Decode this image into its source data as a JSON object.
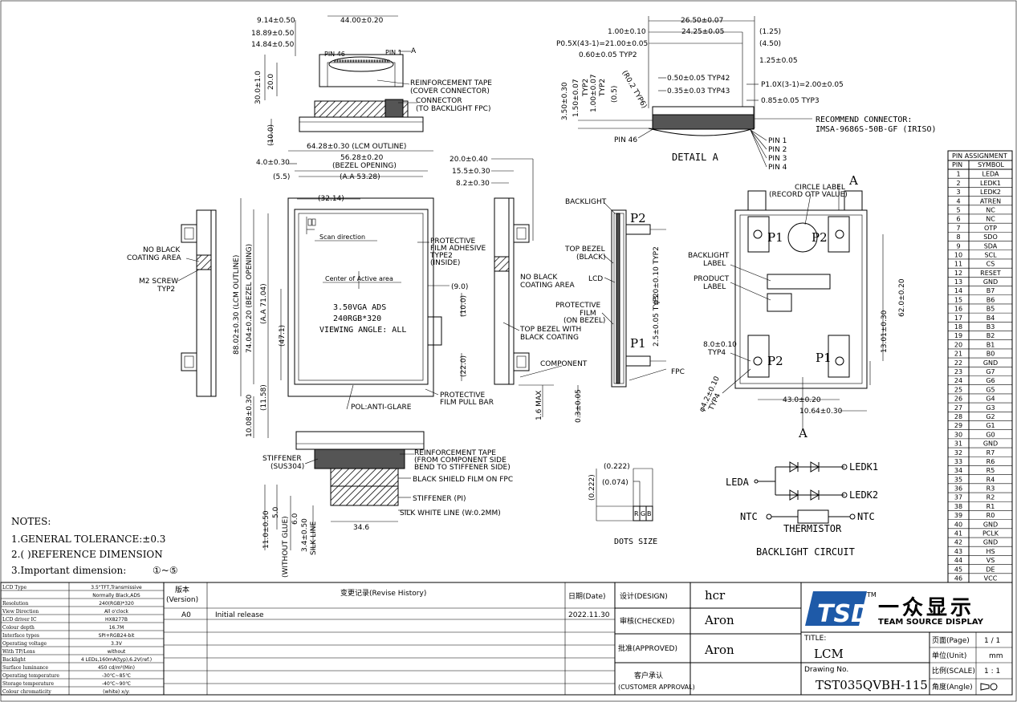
{
  "top_view": {
    "dims": [
      "9.14±0.50",
      "44.00±0.20",
      "18.89±0.50",
      "14.84±0.50",
      "30.0±1.0",
      "20.0",
      "(10.0)"
    ],
    "pin46": "PIN 46",
    "pin1": "PIN 1",
    "a_mark": "A",
    "reinf_tape": "REINFORCEMENT TAPE",
    "reinf_tape2": "(COVER CONNECTOR)",
    "connector": "CONNECTOR",
    "connector2": "(TO BACKLIGHT FPC)"
  },
  "front_view": {
    "lcm_outline_w": "64.28±0.30 (LCM OUTLINE)",
    "bezel_open_w": "56.28±0.20",
    "bezel_open_w2": "(BEZEL OPENING)",
    "aa_w": "(A.A 53.28)",
    "d4": "4.0±0.30",
    "d55": "(5.5)",
    "d3214": "(32.14)",
    "scan": "Scan direction",
    "center": "Center of Active area",
    "product": "3.50VGA ADS",
    "res": "240RGB*320",
    "angle": "VIEWING ANGLE: ALL",
    "film": "PROTECTIVE",
    "film2": "FILM ADHESIVE",
    "film3": "TYPE2",
    "film4": "(INSIDE)",
    "d9": "(9.0)",
    "d10": "(10.0)",
    "d22": "(22.0)",
    "lcm_h": "88.02±0.30 (LCM OUTLINE)",
    "bezel_h": "74.04±0.20 (BEZEL OPENING)",
    "aa_h": "(A.A 71.04)",
    "d471": "(47.1)",
    "d1158": "(11.58)",
    "d1008": "10.08±0.30",
    "pol": "POL:ANTI-GLARE",
    "pull": "PROTECTIVE",
    "pull2": "FILM PULL BAR"
  },
  "left_side": {
    "no_black": "NO BLACK",
    "no_black2": "COATING AREA",
    "screw": "M2 SCREW",
    "screw2": "TYP2"
  },
  "right_side": {
    "d20": "20.0±0.40",
    "d155": "15.5±0.30",
    "d82": "8.2±0.30",
    "no_black": "NO BLACK",
    "no_black2": "COATING AREA",
    "top_bezel": "TOP BEZEL WITH",
    "top_bezel2": "BLACK COATING",
    "component": "COMPONENT",
    "d16": "1.6 MAX",
    "d03": "0.3±0.05"
  },
  "section_view": {
    "backlight": "BACKLIGHT",
    "p2": "P2",
    "p1": "P1",
    "top_bezel": "TOP BEZEL",
    "top_bezel2": "(BLACK)",
    "lcd": "LCD",
    "prot": "PROTECTIVE",
    "prot2": "FILM",
    "prot3": "(ON BEZEL)",
    "d3": "φ3.0±0.10 TYP2",
    "d25": "2.5±0.05 TYP2",
    "fpc": "FPC"
  },
  "detail_a": {
    "d265": "26.50±0.07",
    "d100": "1.00±0.10",
    "d2425": "24.25±0.05",
    "d125": "(1.25)",
    "p05": "P0.5X(43-1)=21.00±0.05",
    "d450": "(4.50)",
    "d060": "0.60±0.05 TYP2",
    "d125b": "1.25±0.05",
    "d350": "3.50±0.30",
    "d150": "1.50±0.07",
    "d150t": "TYP2",
    "d100b": "1.00±0.07",
    "d100t": "TYP2",
    "d05": "(0.5)",
    "r02": "(R0.2 TYP6)",
    "d050": "0.50±0.05 TYP42",
    "d035": "0.35±0.03 TYP43",
    "p10": "P1.0X(3-1)=2.00±0.05",
    "d085": "0.85±0.05 TYP3",
    "rec": "RECOMMEND CONNECTOR:",
    "rec2": "IMSA-9686S-50B-GF (IRISO)",
    "pin46": "PIN 46",
    "title": "DETAIL A",
    "pins": [
      "PIN 1",
      "PIN 2",
      "PIN 3",
      "PIN 4"
    ]
  },
  "back_view": {
    "circle": "CIRCLE LABEL",
    "circle2": "(RECORD OTP VALUE)",
    "a1": "A",
    "bl_label": "BACKLIGHT",
    "bl_label2": "LABEL",
    "prod_label": "PRODUCT",
    "prod_label2": "LABEL",
    "p1": "P1",
    "p2": "P2",
    "d8": "8.0±0.10",
    "d8t": "TYP4",
    "d42": "φ4.2±0.10",
    "d42t": "TYP4",
    "d43": "43.0±0.20",
    "d1064": "10.64±0.30",
    "d62": "62.0±0.20",
    "d1301": "13.01±0.30",
    "a2": "A"
  },
  "bottom_view": {
    "stiffener": "STIFFENER",
    "stiffener2": "(SUS304)",
    "reinf": "REINFORCEMENT TAPE",
    "reinf2": "(FROM COMPONENT SIDE",
    "reinf3": "BEND TO STIFFENER SIDE)",
    "shield": "BLACK SHIELD FILM ON FPC",
    "stiff_pi": "STIFFENER (PI)",
    "silk": "SILK WHITE LINE (W:0.2MM)",
    "d11": "11.0±0.50",
    "d5": "5.0",
    "d5t": "(WITHOUT GLUE)",
    "d6": "6.0",
    "d34": "3.4±0.50",
    "d34t": "SILK LINE",
    "d346": "34.6"
  },
  "dots": {
    "d0222h": "(0.222)",
    "d0074": "(0.074)",
    "d0222v": "(0.222)",
    "rgb": [
      "R",
      "G",
      "B"
    ],
    "title": "DOTS SIZE"
  },
  "backlight_circuit": {
    "ledk1": "LEDK1",
    "leda": "LEDA",
    "ledk2": "LEDK2",
    "ntc_l": "NTC",
    "ntc_r": "NTC",
    "therm": "THERMISTOR",
    "title": "BACKLIGHT CIRCUIT"
  },
  "notes": {
    "title": "NOTES:",
    "n1": "1.GENERAL TOLERANCE:±0.3",
    "n2": "2.( )REFERENCE DIMENSION",
    "n3": "3.Important dimension:",
    "n3b": "①~⑤"
  },
  "pin_table": {
    "title": "PIN ASSIGNMENT",
    "headers": [
      "PIN",
      "SYMBOL"
    ],
    "rows": [
      [
        "1",
        "LEDA"
      ],
      [
        "2",
        "LEDK1"
      ],
      [
        "3",
        "LEDK2"
      ],
      [
        "4",
        "ATREN"
      ],
      [
        "5",
        "NC"
      ],
      [
        "6",
        "NC"
      ],
      [
        "7",
        "OTP"
      ],
      [
        "8",
        "SDO"
      ],
      [
        "9",
        "SDA"
      ],
      [
        "10",
        "SCL"
      ],
      [
        "11",
        "CS"
      ],
      [
        "12",
        "RESET"
      ],
      [
        "13",
        "GND"
      ],
      [
        "14",
        "B7"
      ],
      [
        "15",
        "B6"
      ],
      [
        "16",
        "B5"
      ],
      [
        "17",
        "B4"
      ],
      [
        "18",
        "B3"
      ],
      [
        "19",
        "B2"
      ],
      [
        "20",
        "B1"
      ],
      [
        "21",
        "B0"
      ],
      [
        "22",
        "GND"
      ],
      [
        "23",
        "G7"
      ],
      [
        "24",
        "G6"
      ],
      [
        "25",
        "G5"
      ],
      [
        "26",
        "G4"
      ],
      [
        "27",
        "G3"
      ],
      [
        "28",
        "G2"
      ],
      [
        "29",
        "G1"
      ],
      [
        "30",
        "G0"
      ],
      [
        "31",
        "GND"
      ],
      [
        "32",
        "R7"
      ],
      [
        "33",
        "R6"
      ],
      [
        "34",
        "R5"
      ],
      [
        "35",
        "R4"
      ],
      [
        "36",
        "R3"
      ],
      [
        "37",
        "R2"
      ],
      [
        "38",
        "R1"
      ],
      [
        "39",
        "R0"
      ],
      [
        "40",
        "GND"
      ],
      [
        "41",
        "PCLK"
      ],
      [
        "42",
        "GND"
      ],
      [
        "43",
        "HS"
      ],
      [
        "44",
        "VS"
      ],
      [
        "45",
        "DE"
      ],
      [
        "46",
        "VCC"
      ]
    ]
  },
  "spec_table": {
    "rows": [
      [
        "LCD Type",
        "3.5\"TFT,Transmissive"
      ],
      [
        "",
        "Normally Black,ADS"
      ],
      [
        "Resolution",
        "240(RGB)*320"
      ],
      [
        "View Direction",
        "All o'clock"
      ],
      [
        "LCD driver IC",
        "HX8277B"
      ],
      [
        "Colour depth",
        "16.7M"
      ],
      [
        "Interface types",
        "SPI+RGB24-bit"
      ],
      [
        "Operating voltage",
        "3.3V"
      ],
      [
        "With TP/Lens",
        "without"
      ],
      [
        "Backlight",
        "4 LEDs,160mA(typ),6.2V(ref.)"
      ],
      [
        "Surface luminance",
        "450 cd/m²(Min)"
      ],
      [
        "Operating temperature",
        "-30℃~85℃"
      ],
      [
        "Storage temperature",
        "-40℃~90℃"
      ],
      [
        "Colour chromaticity",
        "(white) x/y:"
      ]
    ]
  },
  "title_block": {
    "version": "版本",
    "version2": "(Version)",
    "history": "变更记录(Revise History)",
    "date": "日期(Date)",
    "rev": "A0",
    "rev_text": "Initial release",
    "rev_date": "2022.11.30",
    "design": "设计(DESIGN)",
    "design_v": "hcr",
    "checked": "审核(CHECKED)",
    "checked_v": "Aron",
    "approved": "批准(APPROVED)",
    "approved_v": "Aron",
    "customer": "客户承认",
    "customer2": "(CUSTOMER APPROVAL)",
    "logo": "TSD",
    "tm": "TM",
    "company_cn": "一众显示",
    "company_en": "TEAM SOURCE DISPLAY",
    "title_lbl": "TITLE:",
    "title_v": "LCM",
    "drawing_lbl": "Drawing No.",
    "drawing_v": "TST035QVBH-115",
    "page_lbl": "页面(Page)",
    "page_v": "1 / 1",
    "unit_lbl": "单位(Unit)",
    "unit_v": "mm",
    "scale_lbl": "比例(SCALE)",
    "scale_v": "1 : 1",
    "angle_lbl": "角度(Angle)"
  }
}
